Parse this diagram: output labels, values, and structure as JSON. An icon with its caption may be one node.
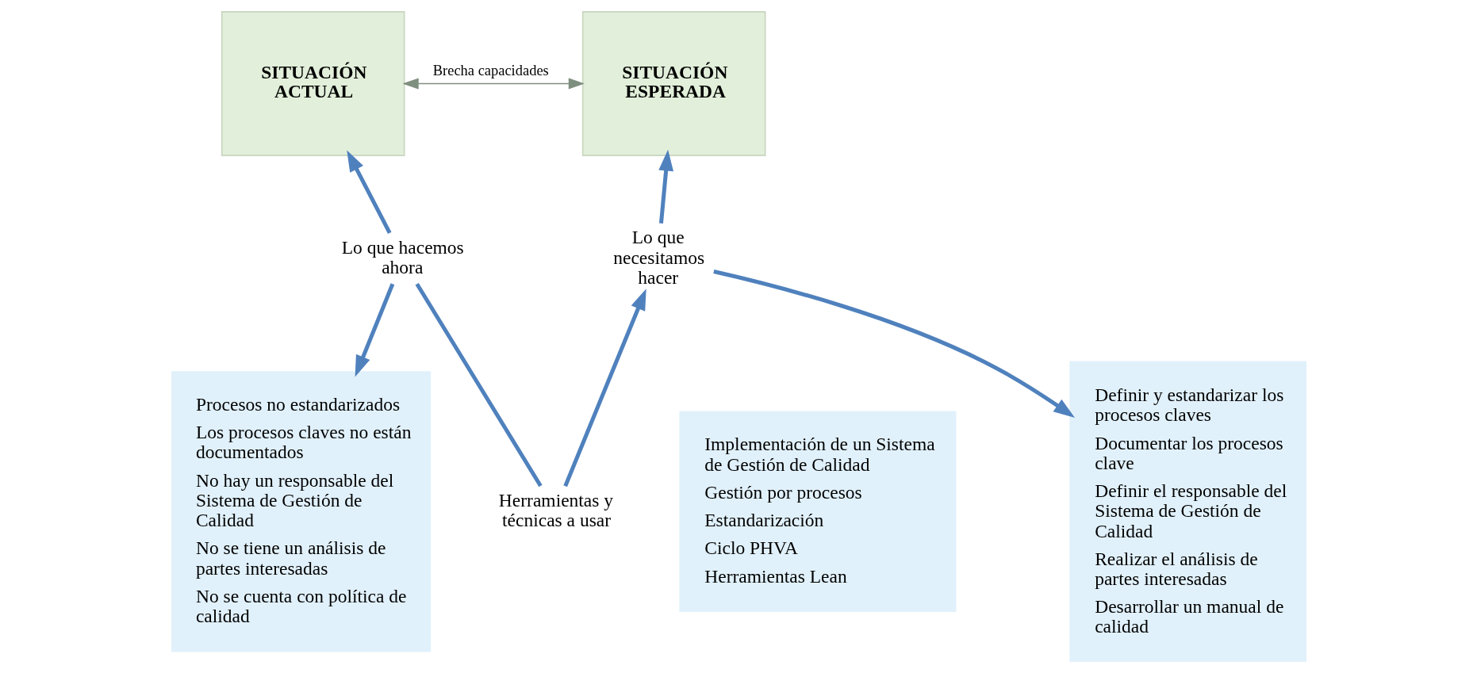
{
  "diagram": {
    "nodes": [
      {
        "text": [
          "SITUACIÓN ACTUAL"
        ]
      },
      {
        "text": [
          "SITUACIÓN ESPERADA"
        ]
      },
      {
        "text": [
          "Lo que hacemos ahora"
        ]
      },
      {
        "text": [
          "Lo que necesitamos hacer"
        ]
      },
      {
        "text": [
          "Herramientas y técnicas a usar"
        ]
      },
      {
        "text": [
          "Procesos no estandarizados",
          "Los procesos claves no están documentados",
          "No hay un responsable del Sistema de Gestión de Calidad",
          "No se tiene un análisis de partes interesadas",
          "No se cuenta con política de calidad"
        ]
      },
      {
        "text": [
          "Implementación de un Sistema de Gestión de Calidad",
          "Gestión por procesos",
          "Estandarización",
          "Ciclo PHVA",
          "Herramientas Lean"
        ]
      },
      {
        "text": [
          "Definir y estandarizar los procesos claves",
          "Documentar los procesos clave",
          "Definir el responsable del Sistema de Gestión de Calidad",
          "Realizar el análisis de partes interesadas",
          "Desarrollar un manual de calidad"
        ]
      }
    ],
    "edges": [
      {
        "from": 2,
        "to": 0,
        "arrow": "to"
      },
      {
        "from": 3,
        "to": 1,
        "arrow": "to"
      },
      {
        "from": 0,
        "to": 1,
        "arrow": "both",
        "label": "Brecha capacidades",
        "color": "#7f8f7f"
      },
      {
        "from": 4,
        "to": 2,
        "arrow": "none"
      },
      {
        "from": 4,
        "to": 3,
        "arrow": "to"
      },
      {
        "from": 2,
        "to": 5,
        "arrow": "to"
      },
      {
        "from": 3,
        "to": 7,
        "arrow": "to"
      }
    ]
  }
}
